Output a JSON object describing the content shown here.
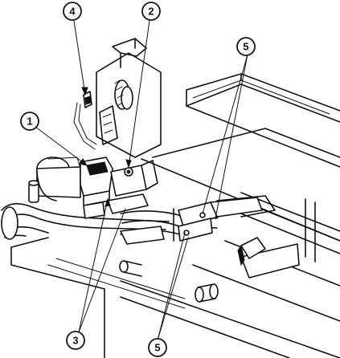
{
  "callouts": {
    "c1": "1",
    "c2": "2",
    "c3": "3",
    "c4": "4",
    "c5_top": "5",
    "c5_bottom": "5"
  }
}
